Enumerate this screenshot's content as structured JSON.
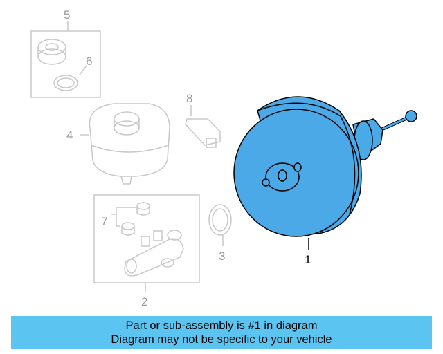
{
  "diagram": {
    "callouts": {
      "c1": "1",
      "c2": "2",
      "c3": "3",
      "c4": "4",
      "c5": "5",
      "c6": "6",
      "c7": "7",
      "c8": "8"
    },
    "colors": {
      "highlight_part": "#4aa9e6",
      "faded_parts": "#c8c8c8",
      "callout_text": "#000000",
      "faded_text": "#9a9a9a"
    }
  },
  "banner": {
    "line1": "Part or sub-assembly is #1 in diagram",
    "line2": "Diagram may not be specific to your vehicle",
    "background": "#5bc4f1"
  }
}
